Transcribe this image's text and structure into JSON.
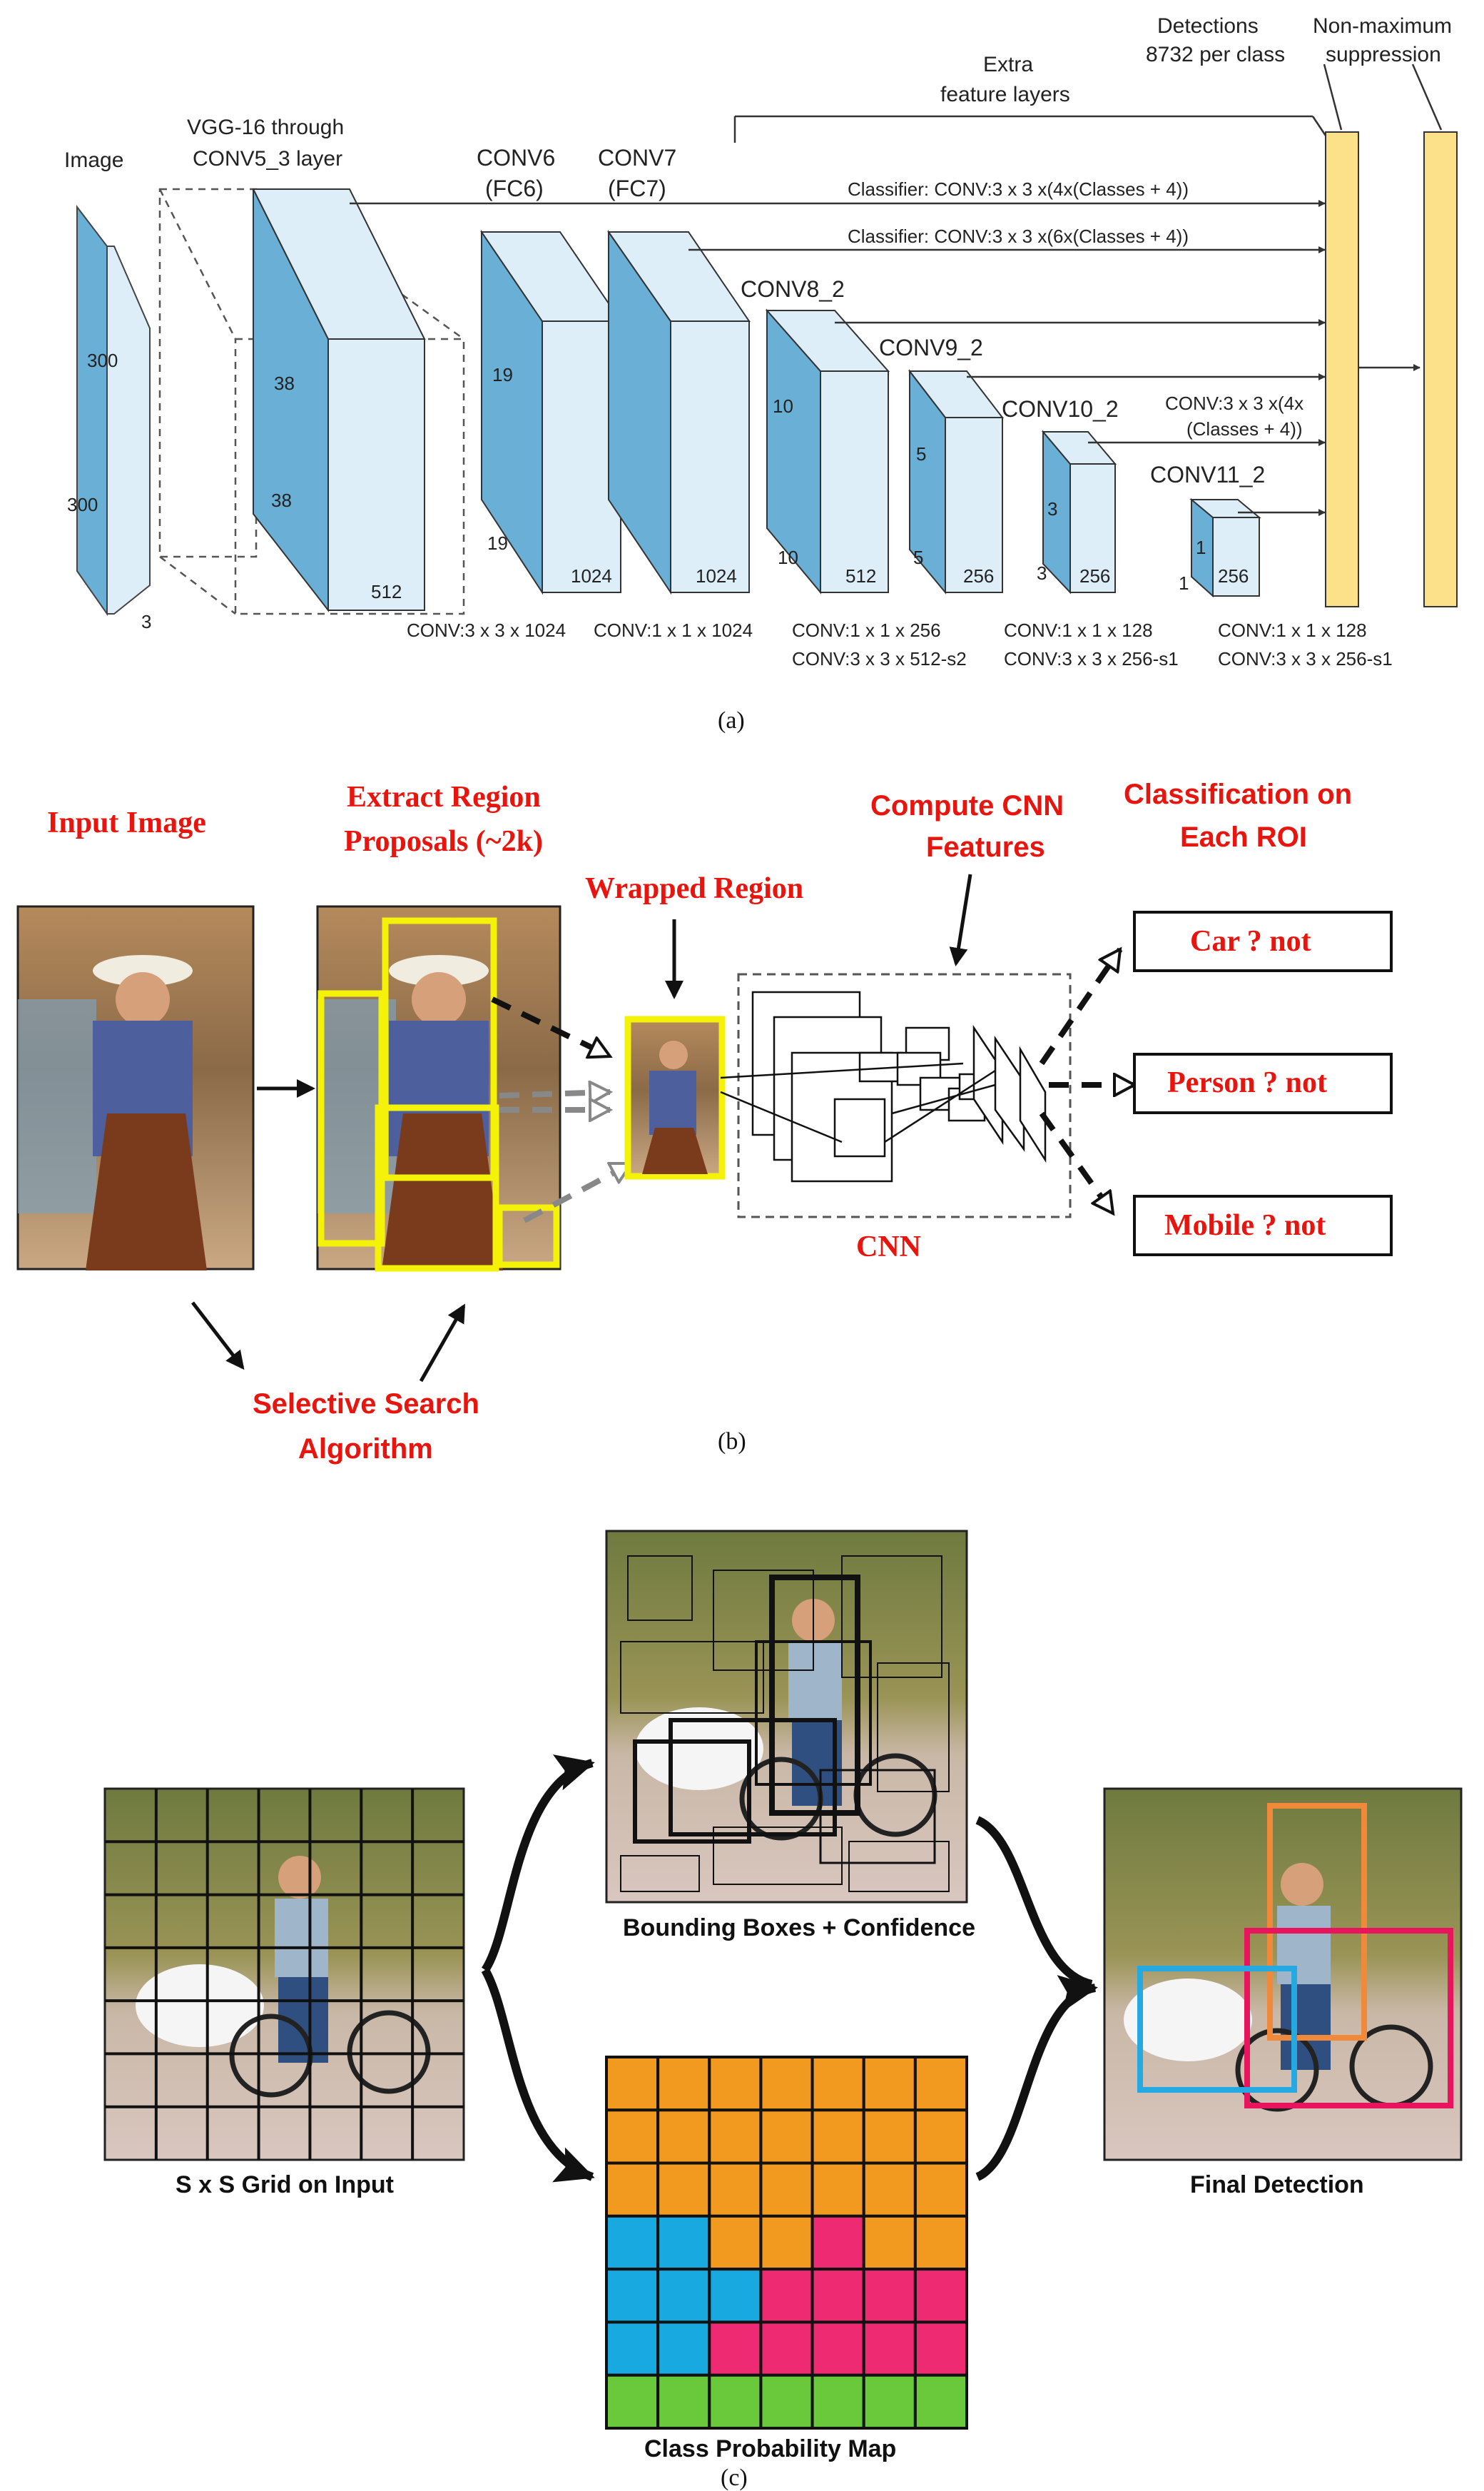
{
  "colors": {
    "blue_face": "#6aafd6",
    "blue_light": "#ddeef8",
    "yellow": "#fde08a",
    "red": "#e8150f",
    "orange_cell": "#f29a1f",
    "cyan_cell": "#17a9e0",
    "pink_cell": "#ee2a73",
    "green_cell": "#69c93a",
    "box_orange": "#f08a3a",
    "box_pink": "#e8155e",
    "box_cyan": "#26a9e0",
    "proposal_yellow": "#f5f20a"
  },
  "panel_a": {
    "caption": "(a)",
    "image_label": "Image",
    "image_dim_top": "300",
    "image_dim_side": "300",
    "image_depth": "3",
    "vgg_label_1": "VGG-16 through",
    "vgg_label_2": "CONV5_3 layer",
    "vgg_dim_a": "38",
    "vgg_dim_b": "38",
    "vgg_depth": "512",
    "conv6_label_1": "CONV6",
    "conv6_label_2": "(FC6)",
    "conv6_dim_a": "19",
    "conv6_dim_b": "19",
    "conv6_depth": "1024",
    "conv6_op": "CONV:3 x 3 x 1024",
    "conv7_label_1": "CONV7",
    "conv7_label_2": "(FC7)",
    "conv7_depth": "1024",
    "conv7_op": "CONV:1 x 1 x 1024",
    "conv8_label": "CONV8_2",
    "conv8_dim_a": "10",
    "conv8_dim_b": "10",
    "conv8_depth": "512",
    "conv8_op_1": "CONV:1 x 1 x 256",
    "conv8_op_2": "CONV:3 x 3 x 512-s2",
    "conv9_label": "CONV9_2",
    "conv9_dim_a": "5",
    "conv9_dim_b": "5",
    "conv9_depth": "256",
    "conv10_label": "CONV10_2",
    "conv10_dim_a": "3",
    "conv10_dim_b": "3",
    "conv10_depth": "256",
    "conv10_op_1": "CONV:1 x 1 x 128",
    "conv10_op_2": "CONV:3 x 3 x 256-s1",
    "conv11_label": "CONV11_2",
    "conv11_dim_a": "1",
    "conv11_dim_b": "1",
    "conv11_depth": "256",
    "conv11_op_1": "CONV:1 x 1 x 128",
    "conv11_op_2": "CONV:3 x 3 x 256-s1",
    "classifier_1": "Classifier: CONV:3 x 3 x(4x(Classes + 4))",
    "classifier_2": "Classifier: CONV:3 x 3 x(6x(Classes + 4))",
    "classifier_3_1": "CONV:3 x 3 x(4x",
    "classifier_3_2": "(Classes + 4))",
    "extra_label_1": "Extra",
    "extra_label_2": "feature layers",
    "detections_1": "Detections",
    "detections_2": "8732 per class",
    "nms_1": "Non-maximum",
    "nms_2": "suppression"
  },
  "panel_b": {
    "caption": "(b)",
    "input_image": "Input Image",
    "extract_1": "Extract Region",
    "extract_2": "Proposals (~2k)",
    "wrapped": "Wrapped Region",
    "compute_1": "Compute CNN",
    "compute_2": "Features",
    "classify_1": "Classification on",
    "classify_2": "Each ROI",
    "cnn": "CNN",
    "selective_1": "Selective Search",
    "selective_2": "Algorithm",
    "results": [
      "Car ? not",
      "Person ? not",
      "Mobile ? not"
    ]
  },
  "panel_c": {
    "caption": "(c)",
    "grid_label": "S x S Grid on Input",
    "bbox_label": "Bounding Boxes + Confidence",
    "prob_label": "Class Probability Map",
    "final_label": "Final Detection",
    "prob_map": [
      [
        "o",
        "o",
        "o",
        "o",
        "o",
        "o",
        "o"
      ],
      [
        "o",
        "o",
        "o",
        "o",
        "o",
        "o",
        "o"
      ],
      [
        "o",
        "o",
        "o",
        "o",
        "o",
        "o",
        "o"
      ],
      [
        "c",
        "c",
        "o",
        "o",
        "p",
        "o",
        "o"
      ],
      [
        "c",
        "c",
        "c",
        "p",
        "p",
        "p",
        "p"
      ],
      [
        "c",
        "c",
        "p",
        "p",
        "p",
        "p",
        "p"
      ],
      [
        "g",
        "g",
        "g",
        "g",
        "g",
        "g",
        "g"
      ]
    ]
  }
}
